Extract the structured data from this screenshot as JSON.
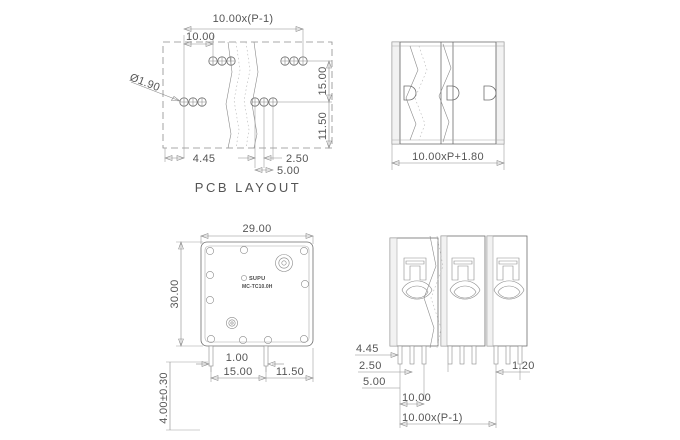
{
  "drawing": {
    "background": "#ffffff",
    "line_color": "#6e6e6e",
    "text_color": "#555555"
  },
  "views": {
    "pcb_layout": {
      "title": "PCB LAYOUT",
      "dimensions": {
        "pitch_span": "10.00x(P-1)",
        "pitch": "10.00",
        "hole_diameter": "Ø1.90",
        "height_upper": "15.00",
        "height_lower": "11.50",
        "offset_left": "4.45",
        "pad_gap": "2.50",
        "pad_span": "5.00"
      }
    },
    "front_view": {
      "dimensions": {
        "width": "10.00xP+1.80"
      },
      "poles": 3
    },
    "bottom_view": {
      "dimensions": {
        "width": "29.00",
        "height": "30.00",
        "pin_width": "1.00",
        "pin_offset_a": "15.00",
        "pin_offset_b": "11.50",
        "pin_length": "4.00±0.30"
      },
      "label": {
        "brand": "SUPU",
        "part_number": "MC-TC10.0H"
      }
    },
    "side_view": {
      "dimensions": {
        "offset_top": "4.45",
        "offset_mid": "2.50",
        "offset_bottom": "5.00",
        "pitch": "10.00",
        "pitch_span": "10.00x(P-1)",
        "edge": "1.20"
      },
      "poles": 3
    }
  }
}
